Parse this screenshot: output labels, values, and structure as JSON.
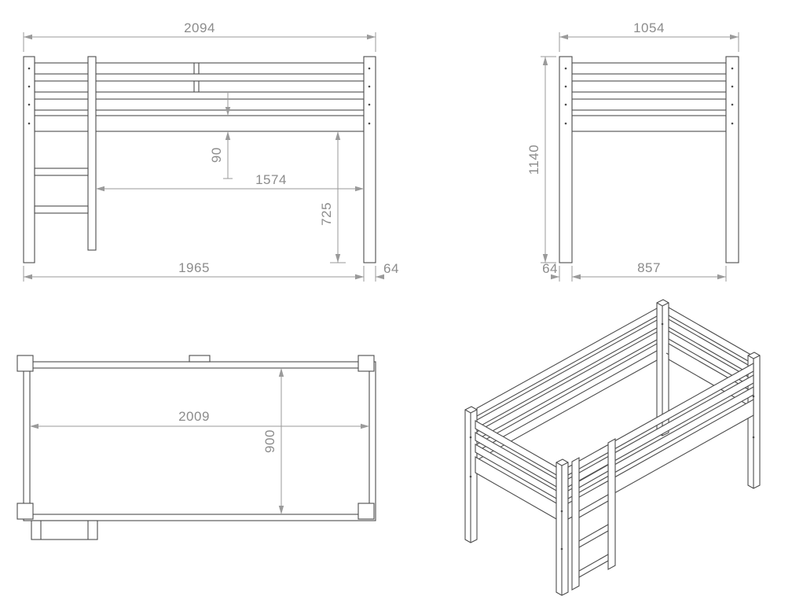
{
  "drawing": {
    "colors": {
      "background": "#ffffff",
      "part_line": "#4d4d4d",
      "dimension_line": "#9a9a9a",
      "dimension_text": "#8c8c8c"
    },
    "front_view": {
      "overall_width": "2094",
      "rail_gap": "90",
      "clear_width": "1574",
      "underbed_height": "725",
      "inner_width": "1965",
      "post_width": "64"
    },
    "side_view": {
      "overall_depth": "1054",
      "overall_height": "1140",
      "post_width": "64",
      "clear_depth": "857"
    },
    "plan_view": {
      "inner_length": "2009",
      "inner_width": "900"
    }
  }
}
